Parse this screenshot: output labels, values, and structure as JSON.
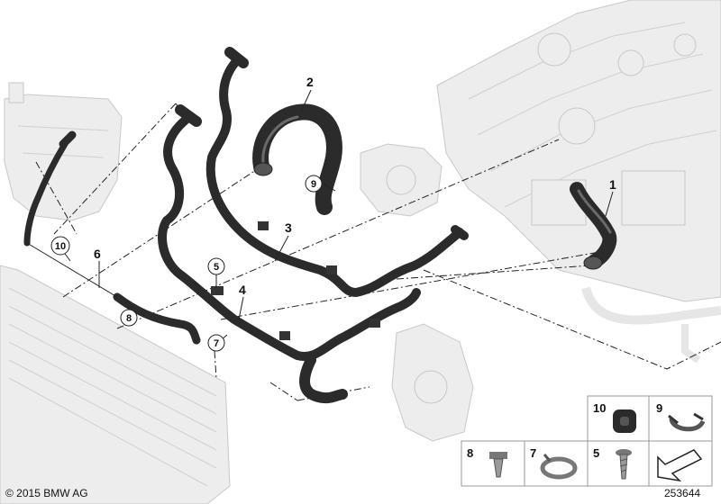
{
  "parts": {
    "p1": "1",
    "p2": "2",
    "p3": "3",
    "p4": "4",
    "p5": "5",
    "p6": "6",
    "p7": "7",
    "p8": "8",
    "p9": "9",
    "p10": "10"
  },
  "legend": {
    "row1": [
      {
        "num": "10",
        "icon": "grommet-icon"
      },
      {
        "num": "9",
        "icon": "hose-clamp-clip-icon"
      }
    ],
    "row2": [
      {
        "num": "8",
        "icon": "expanding-rivet-icon"
      },
      {
        "num": "7",
        "icon": "spring-clamp-icon"
      },
      {
        "num": "5",
        "icon": "screw-icon"
      },
      {
        "num": "",
        "icon": "arrow-symbol-icon"
      }
    ]
  },
  "footer": {
    "copyright": "© 2015 BMW AG",
    "ref_number": "253644"
  },
  "colors": {
    "hose": "#2b2b2b",
    "ghost_component": "#ededed",
    "line": "#222222"
  }
}
